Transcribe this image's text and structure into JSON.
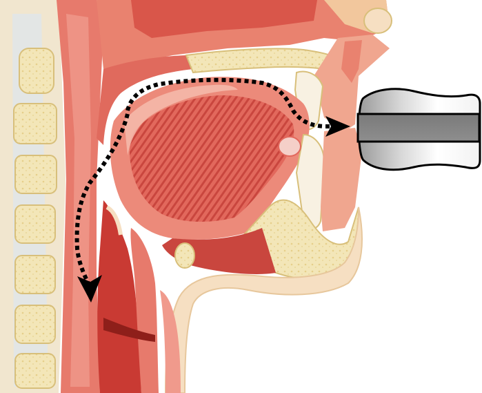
{
  "figure": {
    "kind": "sagittal-head-neck-illustration",
    "colors": {
      "soft_tissue": "#e8796b",
      "muscle": "#d9544a",
      "dark_muscle": "#b8322c",
      "mucosa": "#f4b3a4",
      "bone": "#f3e6b8",
      "bone_edge": "#d8bf7a",
      "skin": "#f6dfc2",
      "airway": "#c93a33",
      "arrow": "#000000",
      "mouthpiece_dark": "#808080",
      "mouthpiece_light": "#ffffff"
    },
    "arrows": [
      {
        "id": "oral-arrow",
        "style": "dotted",
        "direction": "toward-mouthpiece"
      },
      {
        "id": "pharynx-arrow",
        "style": "dotted",
        "direction": "down-into-throat"
      }
    ],
    "device": {
      "icon": "mouthpiece-icon",
      "style": "gradient-cylinder-with-central-band"
    }
  }
}
